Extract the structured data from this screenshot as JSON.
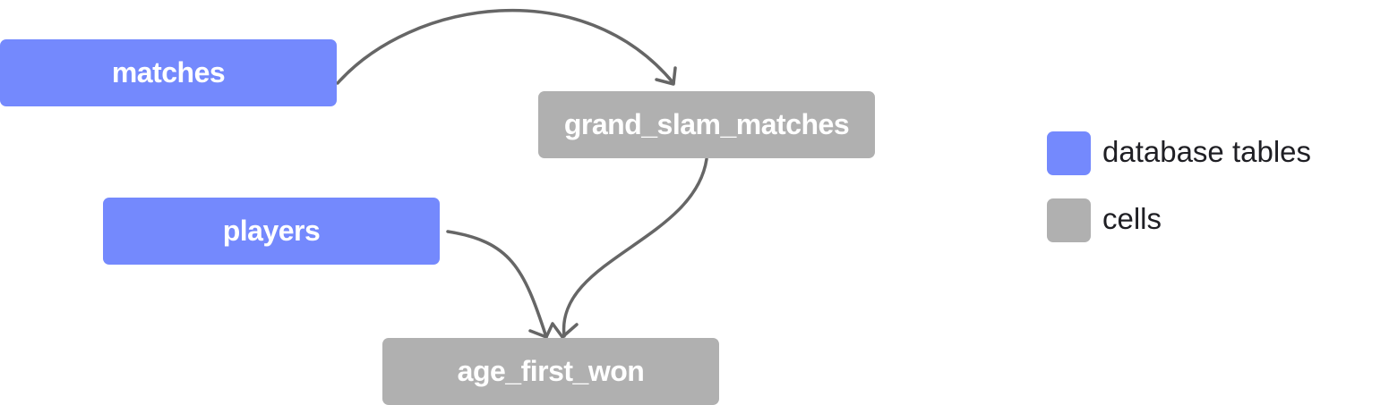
{
  "colors": {
    "table": "#7489fd",
    "cell": "#b0b0b0",
    "edge": "#666666"
  },
  "nodes": [
    {
      "id": "matches",
      "label": "matches",
      "kind": "table"
    },
    {
      "id": "grand_slam_matches",
      "label": "grand_slam_matches",
      "kind": "cell"
    },
    {
      "id": "players",
      "label": "players",
      "kind": "table"
    },
    {
      "id": "age_first_won",
      "label": "age_first_won",
      "kind": "cell"
    }
  ],
  "edges": [
    {
      "from": "matches",
      "to": "grand_slam_matches"
    },
    {
      "from": "players",
      "to": "age_first_won"
    },
    {
      "from": "grand_slam_matches",
      "to": "age_first_won"
    }
  ],
  "legend": {
    "items": [
      {
        "label": "database tables",
        "kind": "table"
      },
      {
        "label": "cells",
        "kind": "cell"
      }
    ]
  }
}
